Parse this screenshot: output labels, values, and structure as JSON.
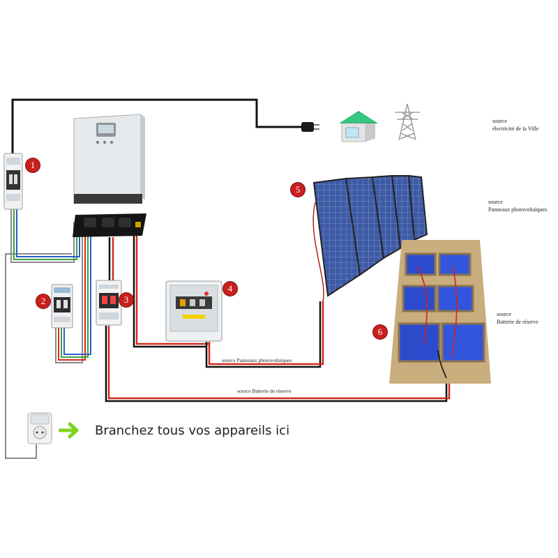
{
  "badges": [
    "1",
    "2",
    "3",
    "4",
    "5",
    "6"
  ],
  "sources": {
    "city_line1": "source",
    "city_line2": "électricité de la Ville",
    "pv_line1": "source",
    "pv_line2": "Panneaux photovoltaïques",
    "battery_line1": "source",
    "battery_line2": "Batterie de réserve"
  },
  "wire_labels": {
    "pv": "source Panneaux photovoltaïques",
    "battery": "source Batterie de réserve"
  },
  "cta": "Branchez tous vos appareils ici",
  "colors": {
    "badge": "#c8201e",
    "wire_red": "#d32a1e",
    "wire_black": "#111111",
    "wire_grey": "#8a8a8a",
    "wire_green": "#3aa040",
    "wire_blue": "#2c5fbf",
    "arrow": "#7ed321",
    "house_roof": "#2bb673"
  }
}
